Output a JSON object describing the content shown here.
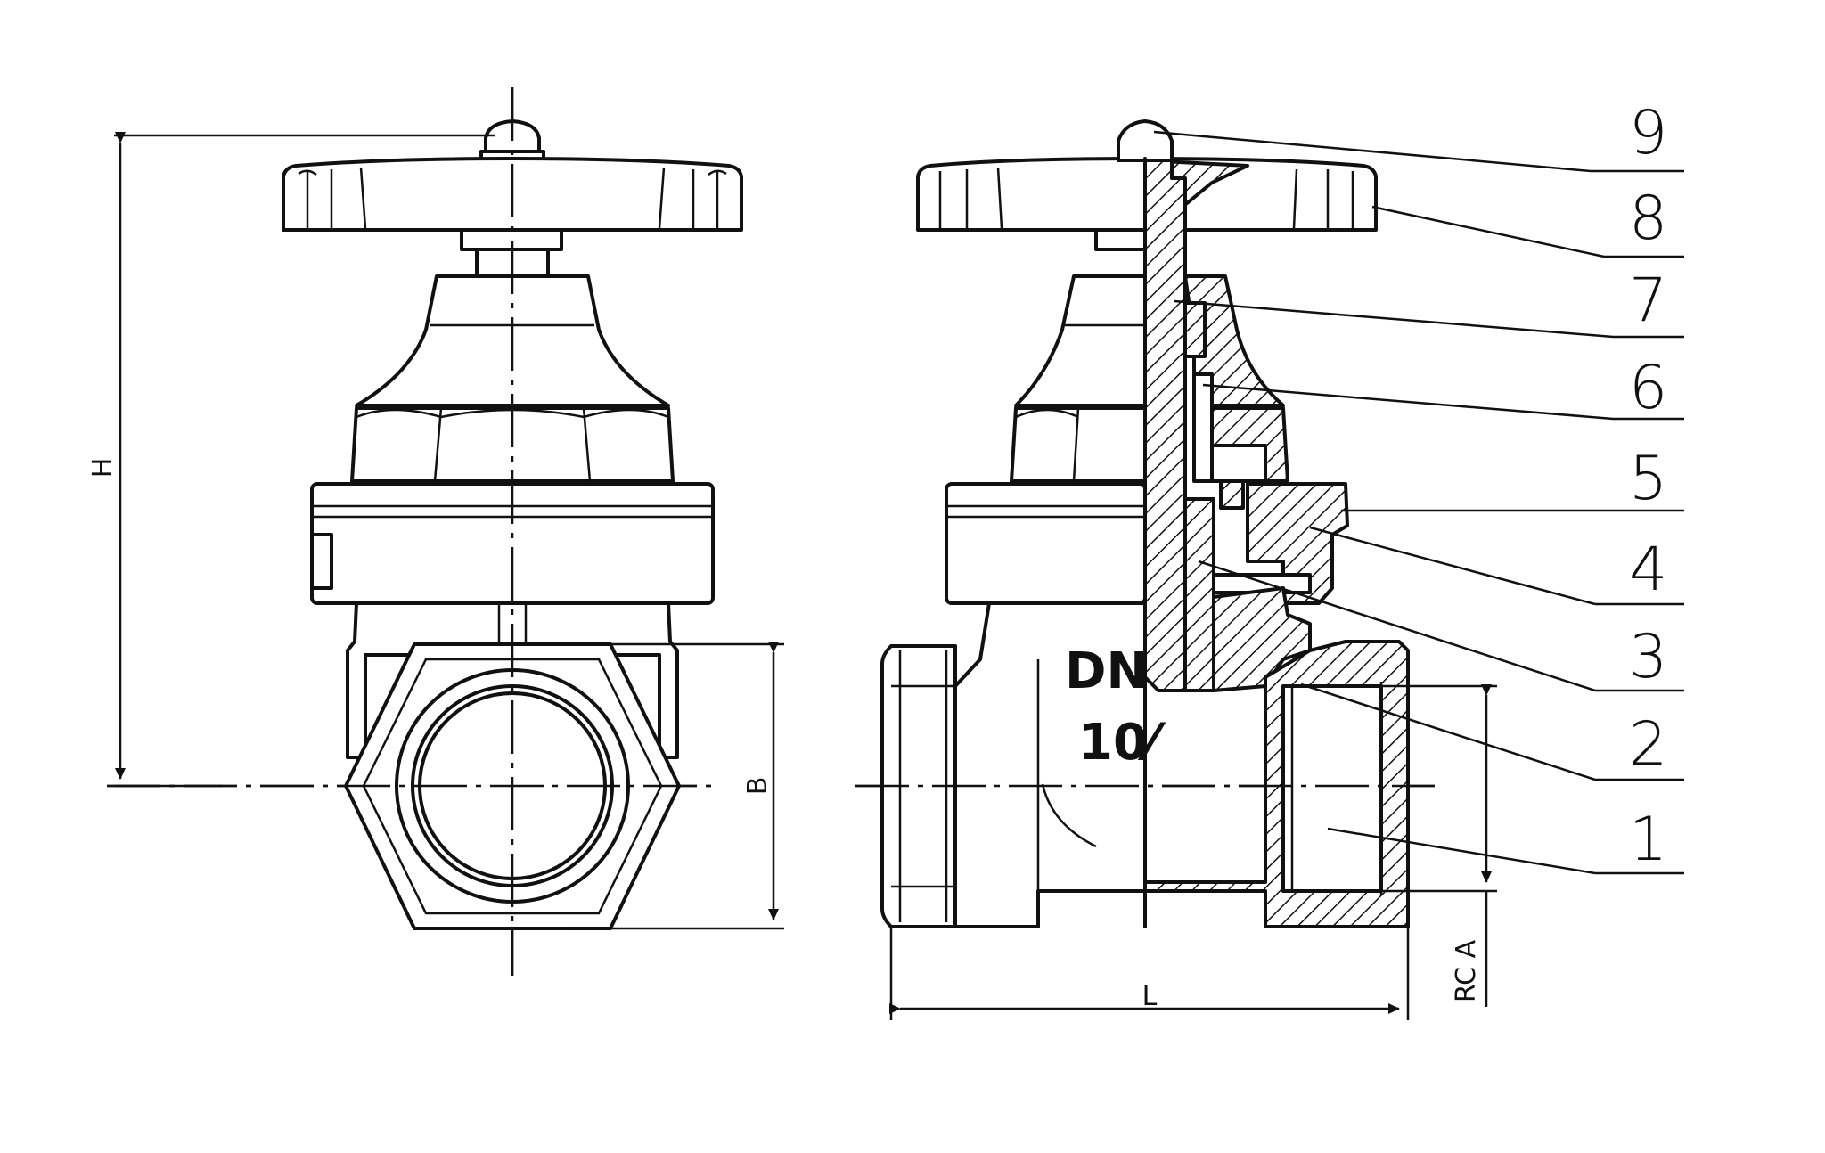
{
  "dimensions": {
    "height_label": "H",
    "bore_label": "B",
    "length_label": "L",
    "thread_label": "RC A"
  },
  "casting_marks": {
    "line1": "DN",
    "line2": "10⁄"
  },
  "parts": [
    "9",
    "8",
    "7",
    "6",
    "5",
    "4",
    "3",
    "2",
    "1"
  ]
}
